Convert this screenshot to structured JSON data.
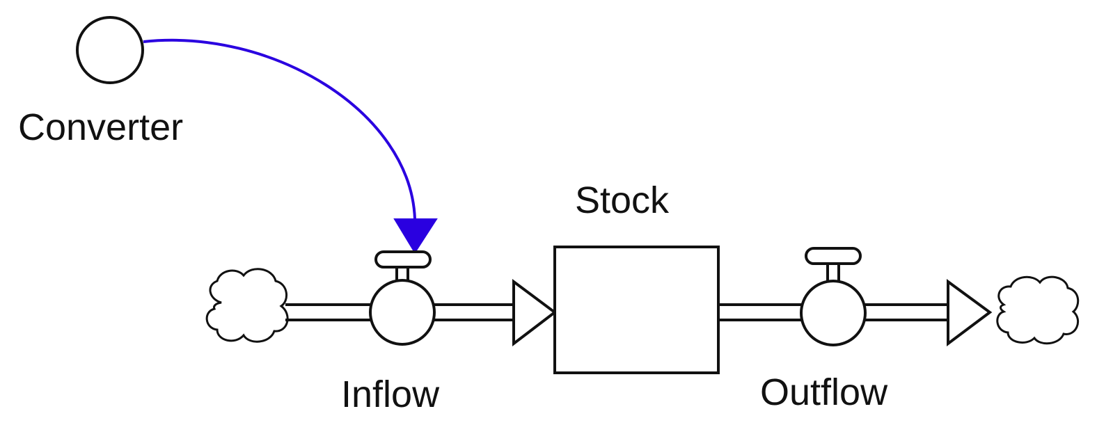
{
  "converter": {
    "label": "Converter",
    "icon": "circle-icon"
  },
  "stock": {
    "label": "Stock",
    "icon": "rectangle-icon"
  },
  "inflow": {
    "label": "Inflow",
    "icon": "valve-icon"
  },
  "outflow": {
    "label": "Outflow",
    "icon": "valve-icon"
  },
  "source": {
    "icon": "cloud-icon"
  },
  "sink": {
    "icon": "cloud-icon"
  },
  "connector": {
    "from": "Converter",
    "to": "Inflow",
    "color": "#2a00e0"
  },
  "colors": {
    "stroke": "#111111",
    "background": "#ffffff",
    "connector": "#2a00e0"
  }
}
